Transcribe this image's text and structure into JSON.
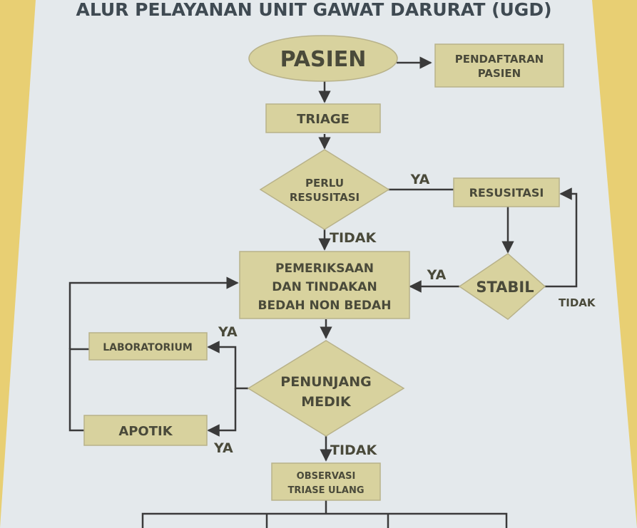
{
  "title": "ALUR PELAYANAN UNIT GAWAT DARURAT (UGD)",
  "nodes": {
    "pasien": "PASIEN",
    "pendaftaran": [
      "PENDAFTARAN",
      "PASIEN"
    ],
    "triage": "TRIAGE",
    "perlu_resusitasi": [
      "PERLU",
      "RESUSITASI"
    ],
    "resusitasi": "RESUSITASI",
    "stabil": "STABIL",
    "pemeriksaan": [
      "PEMERIKSAAN",
      "DAN TINDAKAN",
      "BEDAH NON BEDAH"
    ],
    "laboratorium": "LABORATORIUM",
    "apotik": "APOTIK",
    "penunjang": [
      "PENUNJANG",
      "MEDIK"
    ],
    "observasi": [
      "OBSERVASI",
      "TRIASE ULANG"
    ]
  },
  "edge_labels": {
    "ya_resusitasi": "YA",
    "tidak_perlu": "TIDAK",
    "ya_stabil": "YA",
    "tidak_stabil": "TIDAK",
    "ya_lab": "YA",
    "ya_apotik": "YA",
    "tidak_penunjang": "TIDAK"
  },
  "colors": {
    "background": "#e8cf73",
    "poster": "#e4e9ec",
    "box_fill": "#d8d29e",
    "box_stroke": "#b8b28a",
    "line": "#3a3a3a",
    "text": "#4a4a3a"
  }
}
